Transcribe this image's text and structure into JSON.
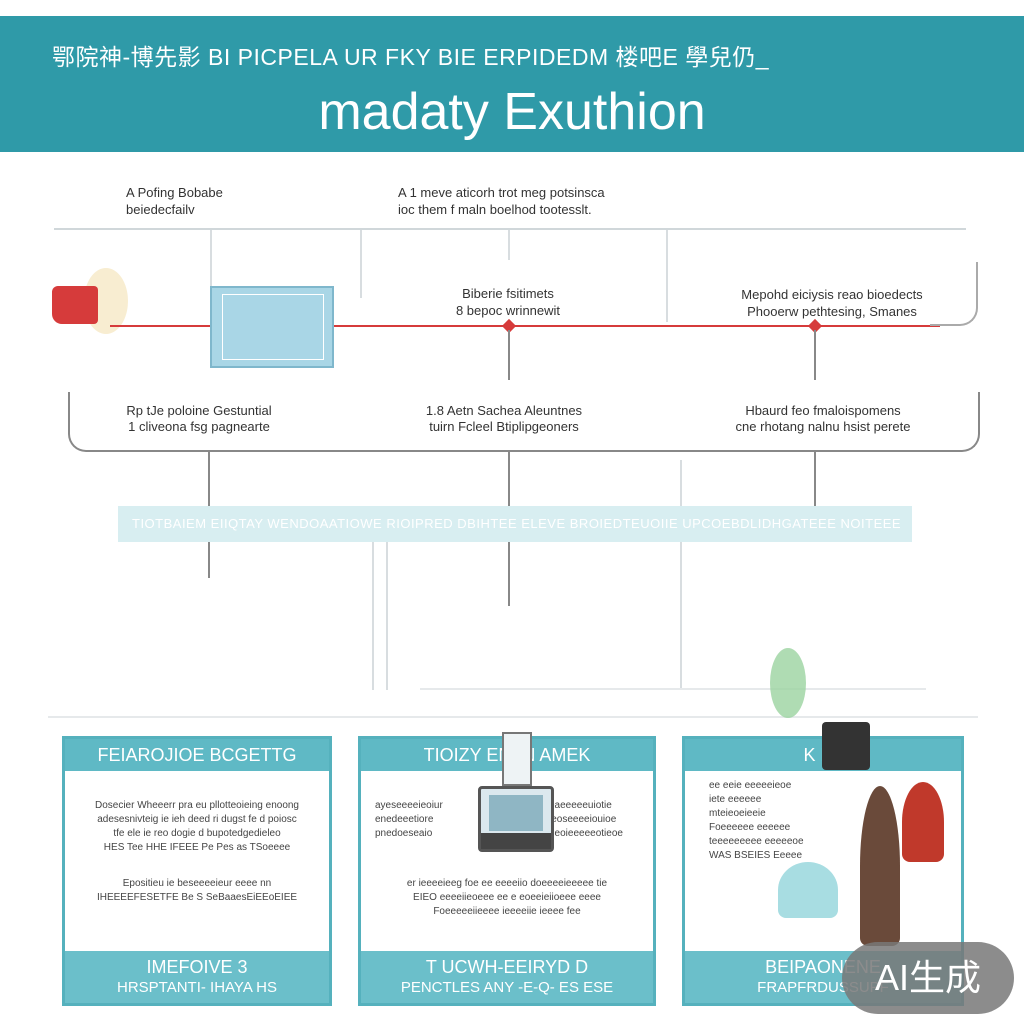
{
  "header": {
    "subtitle": "鄂院神-博先影 BI PICPELA UR FKY BIE ERPIDEDM 楼吧E 學兒仍_",
    "title": "madaty Exuthion"
  },
  "top_notes": {
    "left": [
      "A Pofing Bobabe",
      "beiedecfailv"
    ],
    "center": [
      "A 1 meve aticorh trot meg potsinsca",
      "ioc them f maln boelhod tootesslt."
    ]
  },
  "timeline": {
    "mid_label": [
      "Biberie fsitimets",
      "8 bepoc wrinnewit"
    ],
    "right_label": [
      "Mepohd eiciysis reao bioedects",
      "Phooerw pethtesing, Smanes"
    ]
  },
  "phases": [
    {
      "title": "Rp tJe poloine Gestuntial",
      "desc": "1 cliveona fsg pagnearte"
    },
    {
      "title": "1.8 Aetn Sachea Aleuntnes",
      "desc": "tuirn Fcleel Btiplipgeoners"
    },
    {
      "title": "Hbaurd feo fmaloispomens",
      "desc": "cne rhotang nalnu hsist perete"
    }
  ],
  "band_text": "TIOTBAIEM EIIQTAY WENDOAATIOWE RIOIPRED DBIHTEE ELEVE BROIEDTEUOIIE UPCOEBDLIDHGATEEE NOITEEE",
  "cards": [
    {
      "head": "FEIAROJIOE BCGETTG",
      "body_1": [
        "Dosecier Wheeerr pra eu pllotteoieing enoong",
        "adesesnivteig ie ieh deed ri dugst fe d poiosc",
        "tfe ele ie reo dogie d bupotedgedieleo",
        "HES Tee HHE IFEEE Pe Pes as TSoeeee"
      ],
      "body_2": [
        "Epositieu ie beseeeeieur eeee nn",
        "IHEEEEFESETFE Be S SeBaaesEiEEoEIEE"
      ],
      "foot_1": "IMEFOIVE 3",
      "foot_2": "HRSPTANTI- IHAYA HS"
    },
    {
      "head": "TIOIZY ENTN AMEK",
      "body_1": [
        "ayeseeeeieoiur",
        "enedeeetiore",
        "pnedoeseaio"
      ],
      "body_1b": [
        "eaeeeeeuiotie",
        "ieoseeeeiouioe",
        "deoieeeeeotieoe"
      ],
      "body_2": [
        "er ieeeeieeg foe ee eeeeiio doeeeeieeeee tie",
        "EIEO eeeeiieoeee ee e eoeeieiioeee eeee",
        "Foeeeeeiieeee ieeeeiie ieeee fee"
      ],
      "foot_1": "T UCWH-EEIRYD D",
      "foot_2": "PENCTLES ANY -E-Q- ES ESE"
    },
    {
      "head": "K      LA",
      "body_1": [
        "ee eeie eeeeeieoe",
        "iete eeeeee",
        "mteieoeieeie",
        "Foeeeeee eeeeee",
        "teeeeeeeee eeeeeoe",
        "WAS BSEIES Eeeee"
      ],
      "foot_1": "BEIPAONENE",
      "foot_2": "FRAPFRDUSSUPF"
    }
  ],
  "badge": "AI生成",
  "colors": {
    "header": "#2f9aa8",
    "card_head": "#5fb9c5",
    "card_foot": "#6bbfca",
    "timeline": "#d63b3b"
  },
  "icons": [
    "red-hand-icon",
    "document-chart-icon",
    "laptop-device-icon",
    "people-illustration"
  ]
}
